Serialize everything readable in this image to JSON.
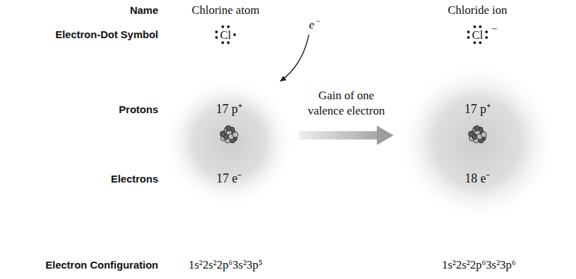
{
  "diagram": {
    "nodes": [
      {
        "text": [
          "17 p⁺",
          "17 e⁻"
        ]
      },
      {
        "text": [
          "17 p⁺",
          "18 e⁻"
        ]
      }
    ],
    "edges": [
      {
        "from": 0,
        "to": 1,
        "label": "Gain of one valence electron",
        "arrow": "to"
      }
    ],
    "labels": [
      "Name",
      "Electron-Dot Symbol",
      "Protons",
      "Electrons",
      "Electron Configuration",
      "Chlorine atom",
      "Chloride ion",
      "Cl",
      "Cl",
      "−",
      "e⁻",
      "1s²2s²2p⁶3s²3p⁵",
      "1s²2s²2p⁶3s²3p⁶"
    ]
  }
}
